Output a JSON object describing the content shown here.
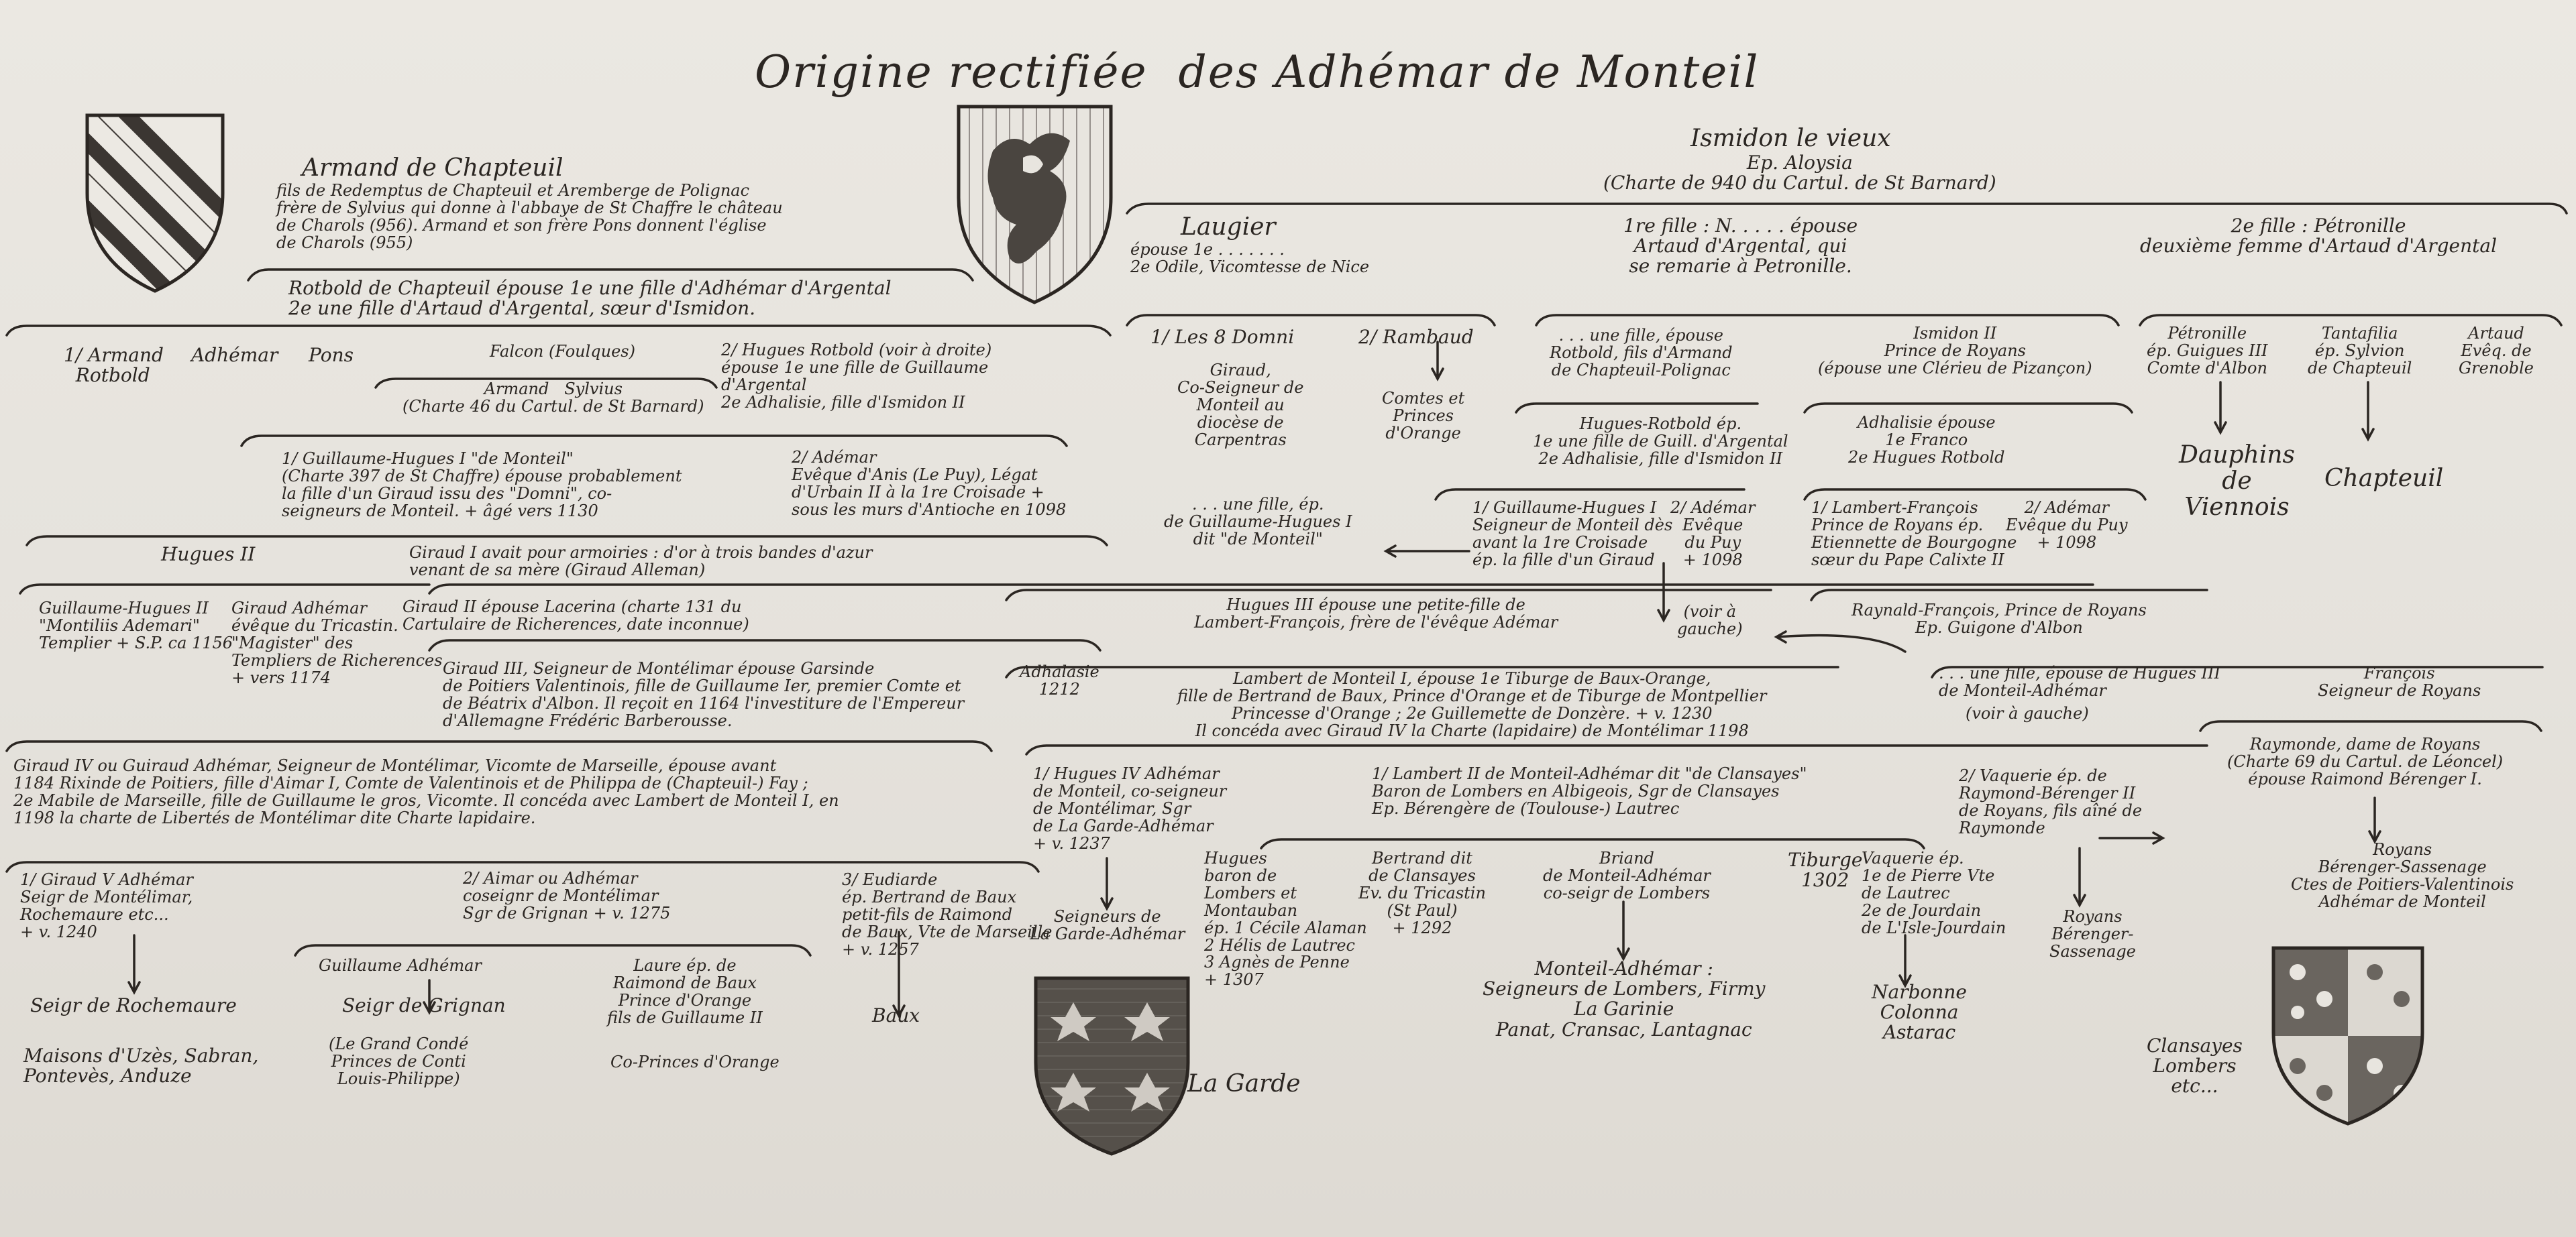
{
  "title": "Origine rectifiée  des Adhémar de Monteil",
  "left": {
    "armand": {
      "name": "Armand de Chapteuil",
      "desc": "fils de Redemptus de Chapteuil et Aremberge de Polignac\nfrère de Sylvius qui donne à l'abbaye de St Chaffre le château\nde Charols (956). Armand et son frère Pons donnent l'église\nde Charols (955)"
    },
    "rotbold": "Rotbold de Chapteuil épouse 1e une fille d'Adhémar d'Argental\n2e une fille d'Artaud d'Argental, sœur d'Ismidon.",
    "armand_rotbold": "1/ Armand\n  Rotbold",
    "adhemar": "Adhémar",
    "pons": "Pons",
    "falcon": "Falcon (Foulques)",
    "armand_sylvius": "Armand   Sylvius\n(Charte 46 du Cartul. de St Barnard)",
    "hugues_rotbold": "2/ Hugues Rotbold (voir à droite)\népouse 1e une fille de Guillaume\nd'Argental\n2e Adhalisie, fille d'Ismidon II",
    "guillaume_hugues": "1/ Guillaume-Hugues I \"de Monteil\"\n(Charte 397 de St Chaffre) épouse probablement\nla fille d'un Giraud issu des \"Domni\", co-\nseigneurs de Monteil. + âgé vers 1130",
    "ademar_puy": "2/ Adémar\nEvêque d'Anis (Le Puy), Légat\nd'Urbain II à la 1re Croisade +\nsous les murs d'Antioche en 1098",
    "hugues2": "Hugues II",
    "giraud1": "Giraud I avait pour armoiries : d'or à trois bandes d'azur\nvenant de sa mère (Giraud Alleman)",
    "guillaume_hugues2": "Guillaume-Hugues II\n\"Montiliis Ademari\"\nTemplier + S.P. ca 1156",
    "giraud_adhemar_tricastin": "Giraud Adhémar\névêque du Tricastin.\n\"Magister\" des\nTempliers de Richerences\n+ vers 1174",
    "giraud2": "Giraud II épouse Lacerina (charte 131 du\nCartulaire de Richerences, date inconnue)",
    "giraud3": "Giraud III, Seigneur de Montélimar épouse Garsinde\nde Poitiers Valentinois, fille de Guillaume Ier, premier Comte et\nde Béatrix d'Albon. Il reçoit en 1164 l'investiture de l'Empereur\nd'Allemagne Frédéric Barberousse.",
    "giraud4": "Giraud IV ou Guiraud Adhémar, Seigneur de Montélimar, Vicomte de Marseille, épouse avant\n1184 Rixinde de Poitiers, fille d'Aimar I, Comte de Valentinois et de Philippa de (Chapteuil-) Fay ;\n2e Mabile de Marseille, fille de Guillaume le gros, Vicomte. Il concéda avec Lambert de Monteil I, en\n1198 la charte de Libertés de Montélimar dite Charte lapidaire.",
    "giraud5": "1/ Giraud V Adhémar\nSeigr de Montélimar,\nRochemaure etc...\n+ v. 1240",
    "aimar": "2/ Aimar ou Adhémar\ncoseignr de Montélimar\nSgr de Grignan + v. 1275",
    "eudiarde": "3/ Eudiarde\nép. Bertrand de Baux\npetit-fils de Raimond\nde Baux, Vte de Marseille\n+ v. 1257",
    "rochemaure": "Seigr de Rochemaure",
    "maisons": "Maisons d'Uzès, Sabran,\nPontevès, Anduze",
    "guillaume_adhemar": "Guillaume Adhémar",
    "grignan": "Seigr de Grignan",
    "conde": "(Le Grand Condé\nPrinces de Conti\nLouis-Philippe)",
    "laure": "Laure ép. de\nRaimond de Baux\nPrince d'Orange\nfils de Guillaume II",
    "co_princes": "Co-Princes d'Orange",
    "baux": "Baux"
  },
  "right": {
    "ismidon": "Ismidon le vieux",
    "ismidon_ep": "Ep. Aloysia\n(Charte de 940 du Cartul. de St Barnard)",
    "laugier": "Laugier",
    "laugier_desc": "épouse 1e . . . . . . .\n2e Odile, Vicomtesse de Nice",
    "fille1": "1re fille : N. . . . . épouse\nArtaud d'Argental, qui\nse remarie à Petronille.",
    "fille2": "2e fille : Pétronille\ndeuxième femme d'Artaud d'Argental",
    "domni": "1/ Les 8 Domni",
    "rambaud": "2/ Rambaud",
    "giraud_coseigneur": "Giraud,\nCo-Seigneur de\nMonteil au\ndiocèse de\nCarpentras",
    "comtes_orange": "Comtes et\nPrinces\nd'Orange",
    "une_fille_rotbold": ". . . une fille, épouse\nRotbold, fils d'Armand\nde Chapteuil-Polignac",
    "ismidon2": "Ismidon II\nPrince de Royans\n(épouse une Clérieu de Pizançon)",
    "petronille": "Pétronille\nép. Guigues III\nComte d'Albon",
    "tantafilia": "Tantafilia\nép. Sylvion\nde Chapteuil",
    "artaud": "Artaud\nEvêq. de\nGrenoble",
    "dauphins": "Dauphins\nde\nViennois",
    "chapteuil": "Chapteuil",
    "hugues_rotbold_r": "Hugues-Rotbold ép.\n1e une fille de Guill. d'Argental\n2e Adhalisie, fille d'Ismidon II",
    "adhalisie": "Adhalisie épouse\n1e Franco\n2e Hugues Rotbold",
    "une_fille_gh": ". . . une fille, ép.\nde Guillaume-Hugues I\ndit \"de Monteil\"",
    "guillaume_hugues_r": "1/ Guillaume-Hugues I\nSeigneur de Monteil dès\navant la 1re Croisade\nép. la fille d'un Giraud",
    "ademar_r": "2/ Adémar\nEvêque\ndu Puy\n+ 1098",
    "lambert_francois": "1/ Lambert-François\nPrince de Royans ép.\nEtiennette de Bourgogne\nsœur du Pape Calixte II",
    "ademar_r2": "2/ Adémar\nEvêque du Puy\n+ 1098",
    "voir_gauche": "(voir à\ngauche)",
    "raynald": "Raynald-François, Prince de Royans\nEp. Guigone d'Albon",
    "hugues3": "Hugues III épouse une petite-fille de\nLambert-François, frère de l'évêque Adémar",
    "une_fille_h3": ". . . une fille, épouse de Hugues III\nde Monteil-Adhémar",
    "voir_gauche2": "(voir à gauche)",
    "francois": "François\nSeigneur de Royans",
    "adhalasie": "Adhalasie\n1212",
    "lambert1": "Lambert de Monteil I, épouse 1e Tiburge de Baux-Orange,\nfille de Bertrand de Baux, Prince d'Orange et de Tiburge de Montpellier\nPrincesse d'Orange ; 2e Guillemette de Donzère. + v. 1230\nIl concéda avec Giraud IV la Charte (lapidaire) de Montélimar 1198",
    "raymonde": "Raymonde, dame de Royans\n(Charte 69 du Cartul. de Léoncel)\népouse Raimond Bérenger I.",
    "hugues4": "1/ Hugues IV Adhémar\nde Monteil, co-seigneur\nde Montélimar, Sgr\nde La Garde-Adhémar\n+ v. 1237",
    "lambert2": "1/ Lambert II de Monteil-Adhémar dit \"de Clansayes\"\nBaron de Lombers en Albigeois, Sgr de Clansayes\nEp. Bérengère de (Toulouse-) Lautrec",
    "vaquerie": "2/ Vaquerie ép. de\nRaymond-Bérenger II\nde Royans, fils aîné de\nRaymonde",
    "royans_berenger": "Royans\nBérenger-Sassenage\nCtes de Poitiers-Valentinois\nAdhémar de Monteil",
    "seigneurs_garde": "Seigneurs de\nLa Garde-Adhémar",
    "hugues_baron": "Hugues\nbaron de\nLombers et\nMontauban\nép. 1 Cécile Alaman\n2 Hélis de Lautrec\n3 Agnès de Penne\n+ 1307",
    "bertrand": "Bertrand dit\nde Clansayes\nEv. du Tricastin\n(St Paul)\n+ 1292",
    "briand": "Briand\nde Monteil-Adhémar\nco-seigr de Lombers",
    "tiburge": "Tiburge\n1302",
    "vaquerie2": "Vaquerie ép.\n1e de Pierre Vte\nde Lautrec\n2e de Jourdain\nde L'Isle-Jourdain",
    "royans_sassenage": "Royans\nBérenger-\nSassenage",
    "monteil_adhemar": "Monteil-Adhémar :\nSeigneurs de Lombers, Firmy\nLa Garinie\nPanat, Cransac, Lantagnac",
    "narbonne": "Narbonne\nColonna\nAstarac",
    "la_garde": "La Garde",
    "clansayes": "Clansayes\nLombers\netc..."
  },
  "colors": {
    "ink": "#2b2622",
    "paper": "#e9e6e0",
    "shield_dark": "#4a4540"
  },
  "icons": [
    "chapteuil-shield-icon",
    "eagle-shield-icon",
    "la-garde-shield-icon",
    "clansayes-shield-icon"
  ]
}
